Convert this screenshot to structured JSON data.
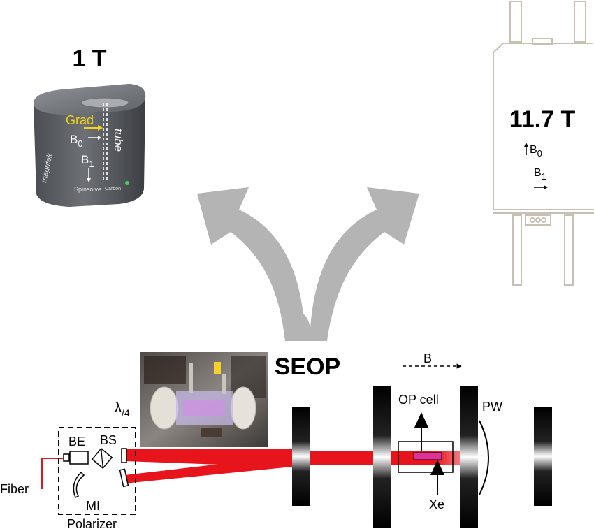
{
  "magnets": {
    "benchtop": {
      "field": "1 T",
      "grad": "Grad",
      "b0": "B",
      "b0_sub": "0",
      "b1": "B",
      "b1_sub": "1",
      "tube": "tube",
      "brand": "magritek",
      "model": "Spinsolve",
      "variant": "Carbon"
    },
    "high_field": {
      "field": "11.7 T",
      "b0": "B",
      "b0_sub": "0",
      "b1": "B",
      "b1_sub": "1"
    }
  },
  "center": {
    "label": "SEOP"
  },
  "setup": {
    "field_label": "B",
    "lambda": "λ",
    "lambda_sub": "/4",
    "be": "BE",
    "bs": "BS",
    "fiber": "Fiber",
    "mi": "MI",
    "polarizer": "Polarizer",
    "op_cell": "OP cell",
    "pw": "PW",
    "xe": "Xe"
  },
  "colors": {
    "laser": "#e8141c",
    "arrow": "#b4b4b4",
    "grad": "#f4d21c",
    "cell": "#e0309a",
    "outline": "#c9c0b5"
  }
}
